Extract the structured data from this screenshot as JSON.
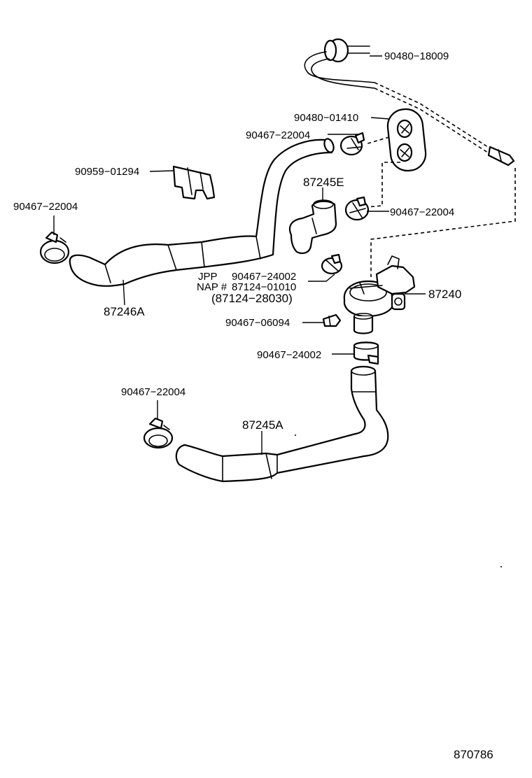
{
  "labels": {
    "grommet_cable": "90480−18009",
    "grommet_plate": "90480−01410",
    "clamp_upper_a": "90467−22004",
    "clip_holder": "90959−01294",
    "hose_elbow_e": "87245E",
    "clamp_left_upper": "90467−22004",
    "clamp_mid_right": "90467−22004",
    "prefix_jpp": "JPP",
    "prefix_nap": "NAP #",
    "clamp_valve_top": "90467−24002",
    "nap_part": "87124−01010",
    "alt_part": "(87124−28030)",
    "hose_upper_a": "87246A",
    "water_valve": "87240",
    "clip_valve": "90467−06094",
    "clamp_valve_bottom": "90467−24002",
    "clamp_lower_left": "90467−22004",
    "hose_lower_a": "87245A",
    "diagram_number": "870786"
  }
}
